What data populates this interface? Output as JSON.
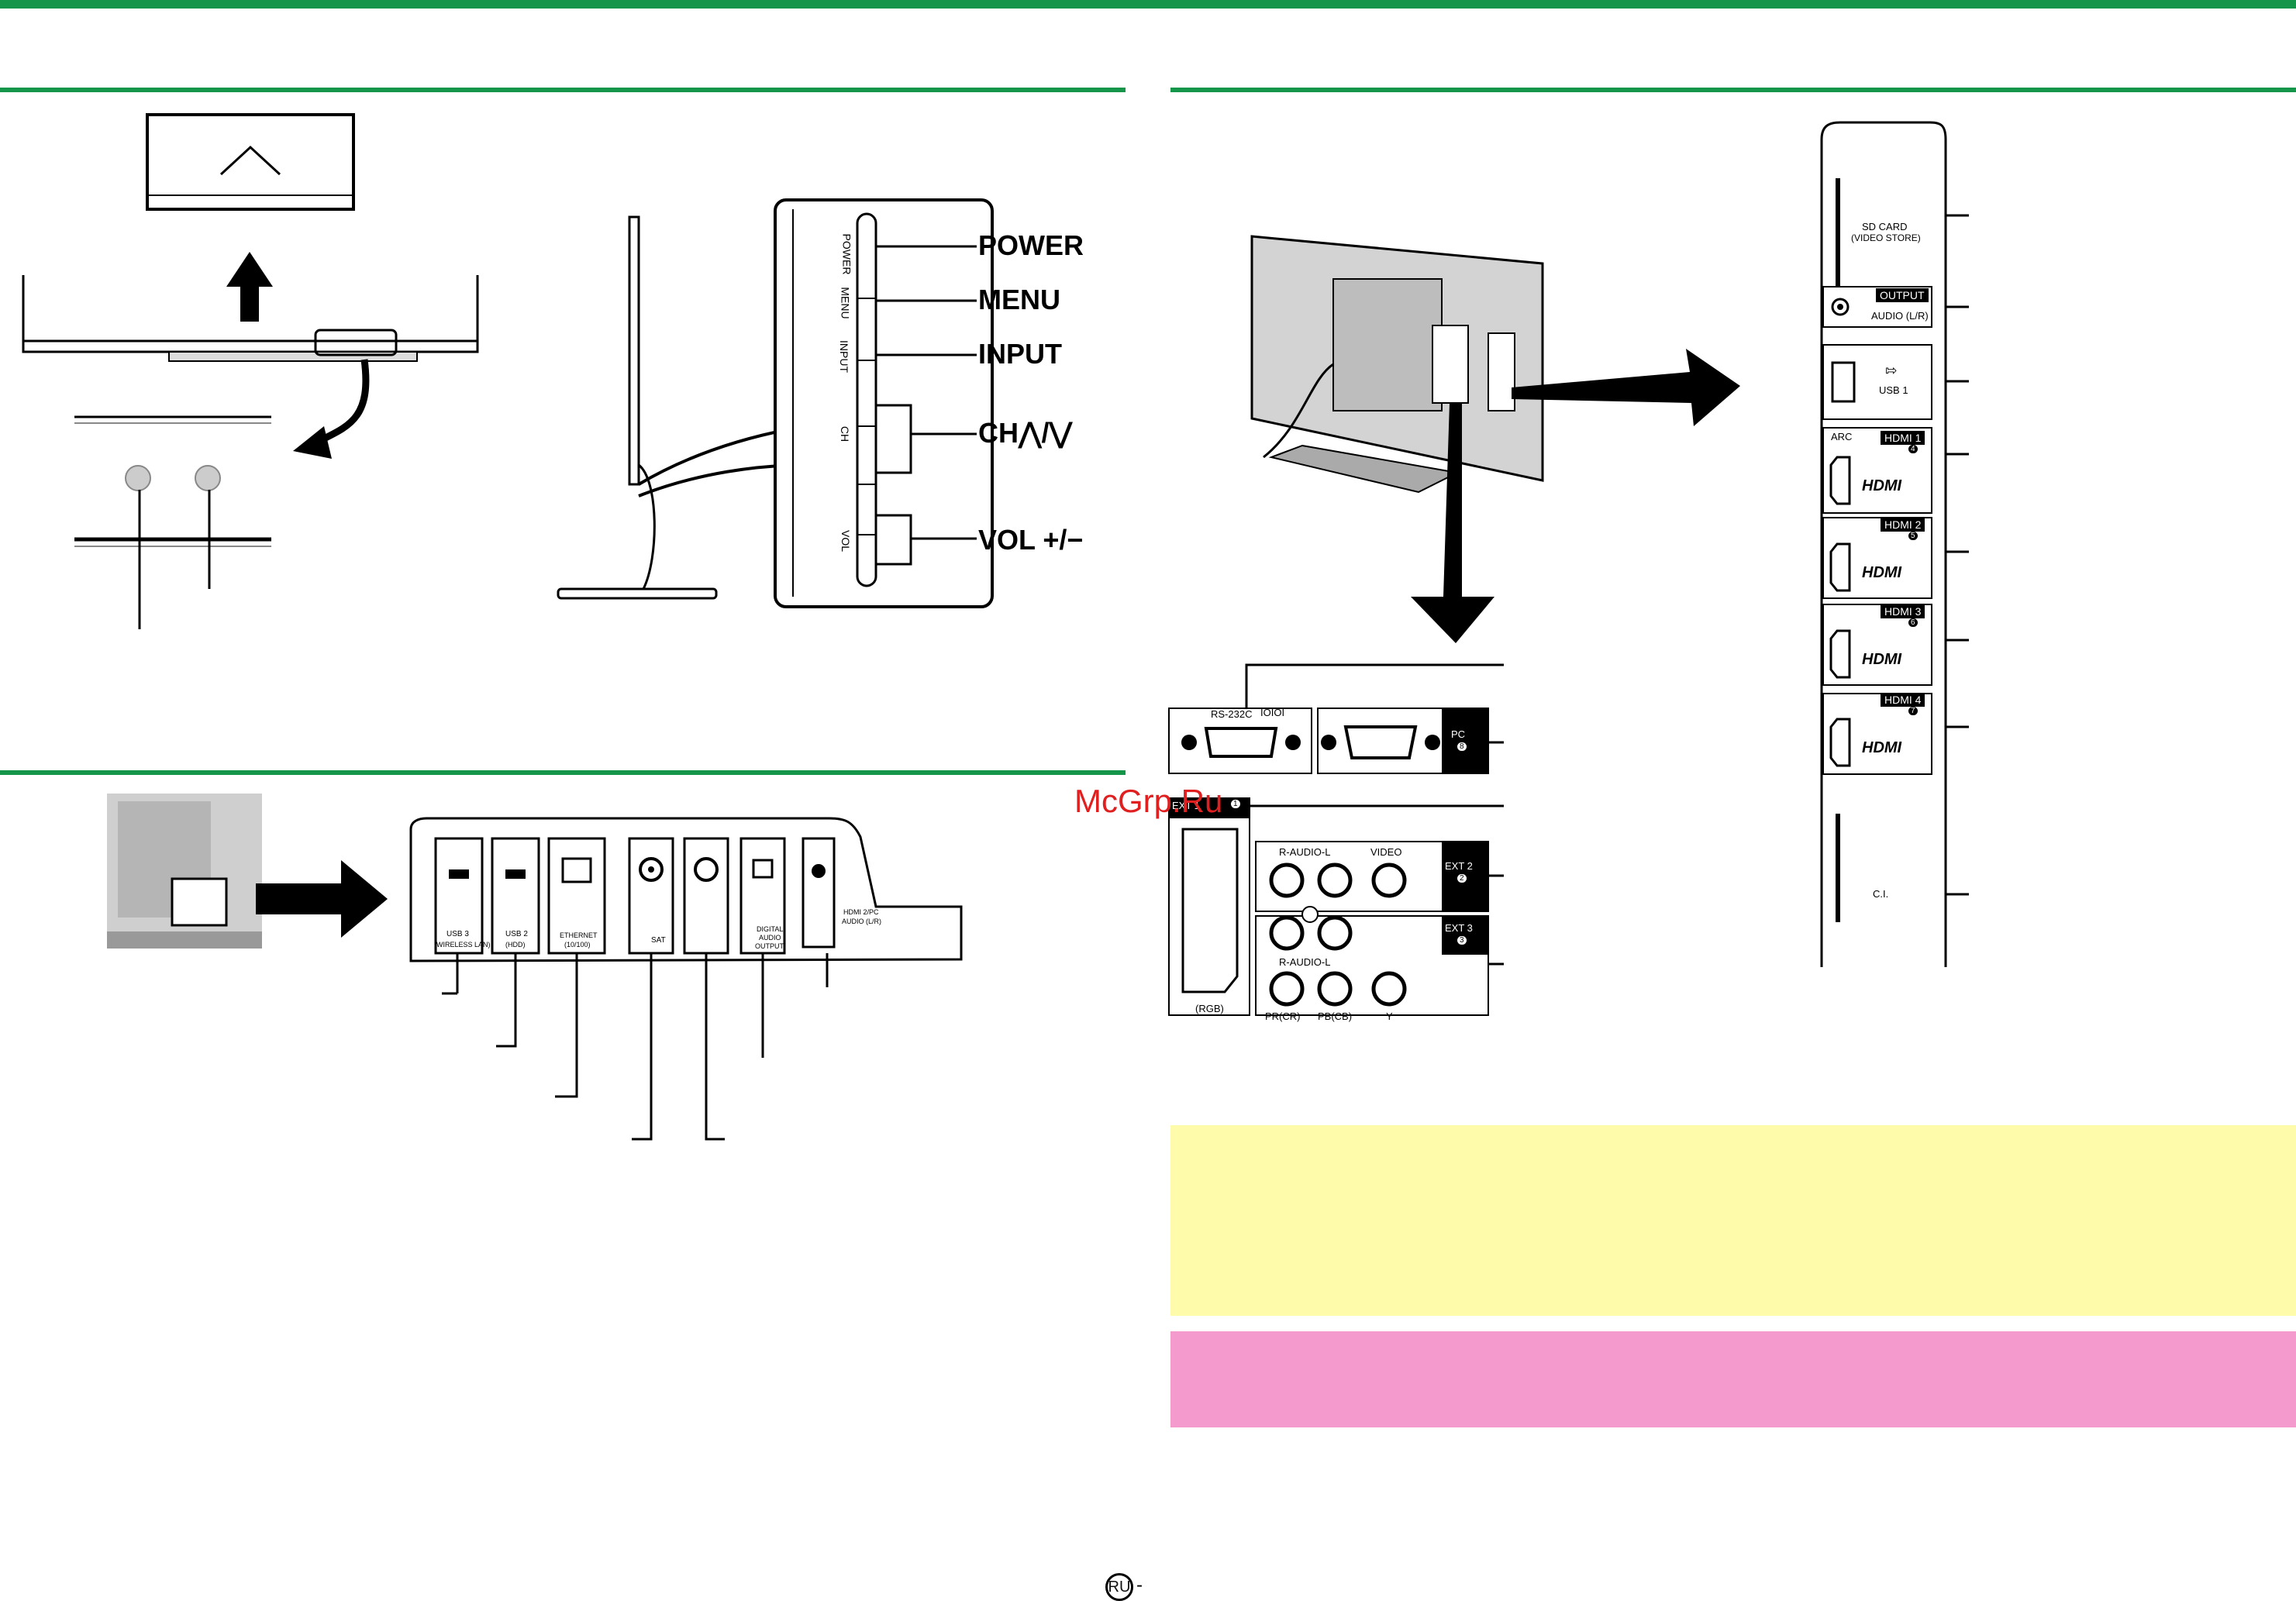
{
  "colors": {
    "accent_green": "#14954a",
    "note_yellow": "#fefcab",
    "note_pink": "#f59acc",
    "watermark_red": "#e02020"
  },
  "top_panel": {
    "buttons": [
      "POWER",
      "MENU",
      "INPUT",
      "CH",
      "VOL +/−"
    ],
    "side_text": [
      "POWER",
      "MENU",
      "INPUT",
      "CH",
      "VOL"
    ]
  },
  "bottom_rear": {
    "usb3": "USB 3",
    "usb3_sub": "(WIRELESS LAN)",
    "usb2": "USB 2",
    "usb2_sub": "(HDD)",
    "ethernet": "ETHERNET",
    "ethernet_sub": "(10/100)",
    "sat": "SAT",
    "digital_audio_1": "DIGITAL",
    "digital_audio_2": "AUDIO",
    "digital_audio_3": "OUTPUT",
    "hdmi_pc_1": "HDMI 2/PC",
    "hdmi_pc_2": "AUDIO (L/R)"
  },
  "side_panel": {
    "sd_card_1": "SD CARD",
    "sd_card_2": "(VIDEO STORE)",
    "output_tag": "OUTPUT",
    "audio_lr": "AUDIO (L/R)",
    "usb1": "USB 1",
    "arc": "ARC",
    "hdmi1": "HDMI 1",
    "hdmi2": "HDMI 2",
    "hdmi3": "HDMI 3",
    "hdmi4": "HDMI 4",
    "hdmi_logo": "HDMI",
    "ci": "C.I.",
    "hdmi_nums": [
      "4",
      "5",
      "6",
      "7"
    ]
  },
  "rear_terminals": {
    "rs232c": "RS-232C",
    "pc": "PC",
    "pc_num": "8",
    "ext1": "EXT 1",
    "ext1_num": "1",
    "rgb": "(RGB)",
    "r_audio_l": "R-AUDIO-L",
    "video": "VIDEO",
    "ext2": "EXT 2",
    "ext2_num": "2",
    "ext3": "EXT 3",
    "ext3_num": "3",
    "pr": "PR(CR)",
    "pb": "PB(CB)",
    "y": "Y"
  },
  "watermark": "McGrp.Ru",
  "footer": {
    "lang": "RU",
    "dash": "-"
  }
}
